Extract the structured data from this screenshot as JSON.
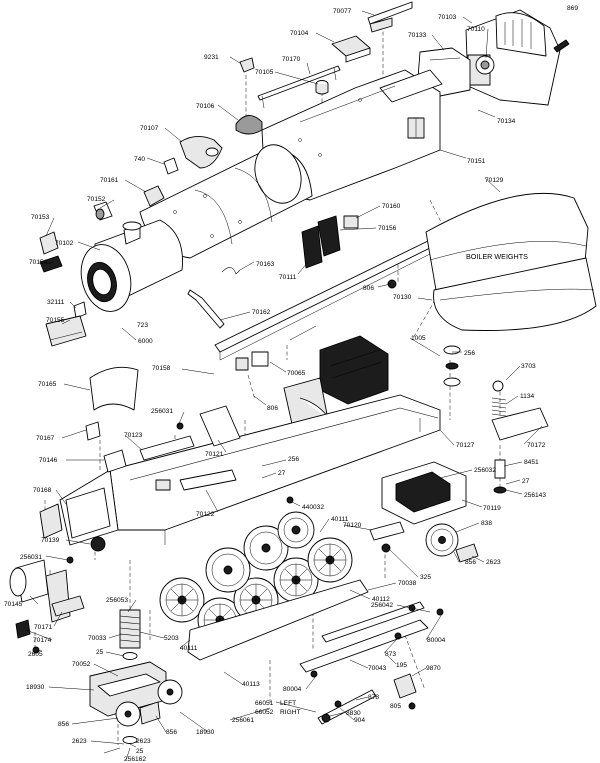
{
  "diagram": {
    "part_labels": [
      {
        "id": "70077",
        "text": "70077"
      },
      {
        "id": "70103",
        "text": "70103"
      },
      {
        "id": "869",
        "text": "869"
      },
      {
        "id": "70104",
        "text": "70104"
      },
      {
        "id": "70110",
        "text": "70110"
      },
      {
        "id": "70133",
        "text": "70133"
      },
      {
        "id": "9231",
        "text": "9231"
      },
      {
        "id": "70170",
        "text": "70170"
      },
      {
        "id": "70105",
        "text": "70105"
      },
      {
        "id": "70106",
        "text": "70106"
      },
      {
        "id": "70134",
        "text": "70134"
      },
      {
        "id": "70107",
        "text": "70107"
      },
      {
        "id": "740",
        "text": "740"
      },
      {
        "id": "70151",
        "text": "70151"
      },
      {
        "id": "70161",
        "text": "70161"
      },
      {
        "id": "70129",
        "text": "70129"
      },
      {
        "id": "70152",
        "text": "70152"
      },
      {
        "id": "70160",
        "text": "70160"
      },
      {
        "id": "70153",
        "text": "70153"
      },
      {
        "id": "70156",
        "text": "70156"
      },
      {
        "id": "70102",
        "text": "70102"
      },
      {
        "id": "70154",
        "text": "70154"
      },
      {
        "id": "70163",
        "text": "70163"
      },
      {
        "id": "70111a",
        "text": "70111"
      },
      {
        "id": "boiler_weights",
        "text": "BOILER WEIGHTS"
      },
      {
        "id": "806a",
        "text": "806"
      },
      {
        "id": "70130",
        "text": "70130"
      },
      {
        "id": "32111",
        "text": "32111"
      },
      {
        "id": "723",
        "text": "723"
      },
      {
        "id": "70162",
        "text": "70162"
      },
      {
        "id": "70155",
        "text": "70155"
      },
      {
        "id": "6000",
        "text": "6000"
      },
      {
        "id": "1005",
        "text": "1005"
      },
      {
        "id": "256a",
        "text": "256"
      },
      {
        "id": "70158",
        "text": "70158"
      },
      {
        "id": "3703",
        "text": "3703"
      },
      {
        "id": "70065",
        "text": "70065"
      },
      {
        "id": "70165",
        "text": "70165"
      },
      {
        "id": "806b",
        "text": "806"
      },
      {
        "id": "1134",
        "text": "1134"
      },
      {
        "id": "256031a",
        "text": "256031"
      },
      {
        "id": "70167",
        "text": "70167"
      },
      {
        "id": "70123",
        "text": "70123"
      },
      {
        "id": "70127",
        "text": "70127"
      },
      {
        "id": "70172",
        "text": "70172"
      },
      {
        "id": "70121",
        "text": "70121"
      },
      {
        "id": "256b",
        "text": "256"
      },
      {
        "id": "70146",
        "text": "70146"
      },
      {
        "id": "8451",
        "text": "8451"
      },
      {
        "id": "256032",
        "text": "256032"
      },
      {
        "id": "27a",
        "text": "27"
      },
      {
        "id": "27b",
        "text": "27"
      },
      {
        "id": "256143",
        "text": "256143"
      },
      {
        "id": "70168",
        "text": "70168"
      },
      {
        "id": "440032",
        "text": "440032"
      },
      {
        "id": "70119",
        "text": "70119"
      },
      {
        "id": "70122",
        "text": "70122"
      },
      {
        "id": "40111a",
        "text": "40111"
      },
      {
        "id": "70120",
        "text": "70120"
      },
      {
        "id": "838",
        "text": "838"
      },
      {
        "id": "70139",
        "text": "70139"
      },
      {
        "id": "256031b",
        "text": "256031"
      },
      {
        "id": "856a",
        "text": "856"
      },
      {
        "id": "2623a",
        "text": "2623"
      },
      {
        "id": "325",
        "text": "325"
      },
      {
        "id": "70038",
        "text": "70038"
      },
      {
        "id": "40112",
        "text": "40112"
      },
      {
        "id": "70145",
        "text": "70145"
      },
      {
        "id": "256053",
        "text": "256053"
      },
      {
        "id": "256042",
        "text": "256042"
      },
      {
        "id": "70171",
        "text": "70171"
      },
      {
        "id": "70174",
        "text": "70174"
      },
      {
        "id": "70033",
        "text": "70033"
      },
      {
        "id": "5203",
        "text": "5203"
      },
      {
        "id": "80004a",
        "text": "80004"
      },
      {
        "id": "2605",
        "text": "2605"
      },
      {
        "id": "25a",
        "text": "25"
      },
      {
        "id": "40111b",
        "text": "40111"
      },
      {
        "id": "873",
        "text": "873"
      },
      {
        "id": "70052",
        "text": "70052"
      },
      {
        "id": "195",
        "text": "195"
      },
      {
        "id": "70043",
        "text": "70043"
      },
      {
        "id": "9870",
        "text": "9870"
      },
      {
        "id": "40113",
        "text": "40113"
      },
      {
        "id": "18930a",
        "text": "18930"
      },
      {
        "id": "80004b",
        "text": "80004"
      },
      {
        "id": "878",
        "text": "878"
      },
      {
        "id": "805",
        "text": "805"
      },
      {
        "id": "66051",
        "text": "66051"
      },
      {
        "id": "left",
        "text": "LEFT"
      },
      {
        "id": "8830",
        "text": "8830"
      },
      {
        "id": "66052",
        "text": "66052"
      },
      {
        "id": "right",
        "text": "RIGHT"
      },
      {
        "id": "904",
        "text": "904"
      },
      {
        "id": "256061",
        "text": "256061"
      },
      {
        "id": "856b",
        "text": "856"
      },
      {
        "id": "856c",
        "text": "856"
      },
      {
        "id": "18930b",
        "text": "18930"
      },
      {
        "id": "2623b",
        "text": "2623"
      },
      {
        "id": "2623c",
        "text": "2623"
      },
      {
        "id": "25b",
        "text": "25"
      },
      {
        "id": "256162",
        "text": "256162"
      }
    ]
  }
}
